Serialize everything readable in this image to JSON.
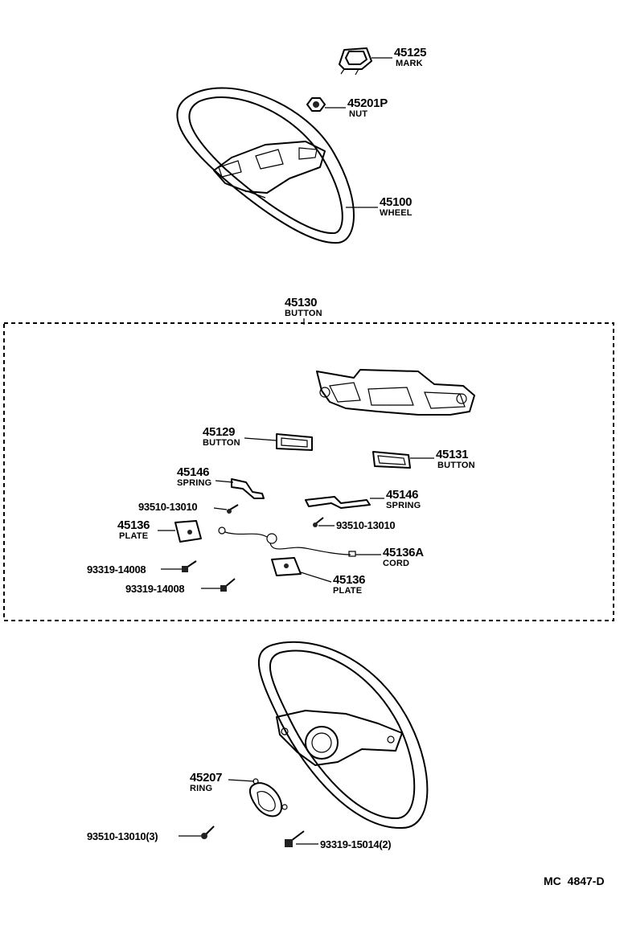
{
  "parts": {
    "mark": {
      "number": "45125",
      "name": "MARK"
    },
    "nut": {
      "number": "45201P",
      "name": "NUT"
    },
    "wheel": {
      "number": "45100",
      "name": "WHEEL"
    },
    "button_assy": {
      "number": "45130",
      "name": "BUTTON"
    },
    "button_l": {
      "number": "45129",
      "name": "BUTTON"
    },
    "button_r": {
      "number": "45131",
      "name": "BUTTON"
    },
    "spring_l": {
      "number": "45146",
      "name": "SPRING"
    },
    "spring_r": {
      "number": "45146",
      "name": "SPRING"
    },
    "plate_l": {
      "number": "45136",
      "name": "PLATE"
    },
    "plate_r": {
      "number": "45136",
      "name": "PLATE"
    },
    "cord": {
      "number": "45136A",
      "name": "CORD"
    },
    "ring": {
      "number": "45207",
      "name": "RING"
    }
  },
  "fasteners": {
    "screw_a": "93510-13010",
    "screw_b": "93510-13010",
    "screw_c": "93319-14008",
    "screw_d": "93319-14008",
    "screw_e": "93510-13010(3)",
    "screw_f": "93319-15014(2)"
  },
  "drawing_code": "MC 4847-D"
}
